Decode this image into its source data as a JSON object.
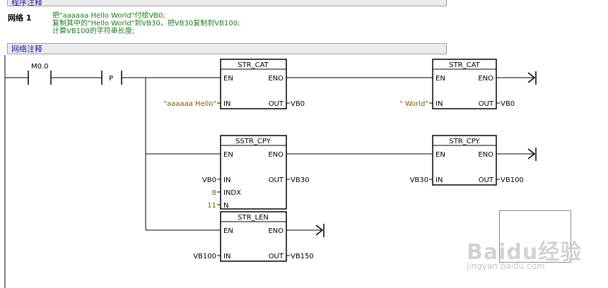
{
  "header": {
    "program_comment": "程序注释"
  },
  "network": {
    "label": "网络 1",
    "comment_lines": [
      "把\"aaaaaa Hello World\"付给VB0;",
      "复制其中的\"Hello World\"到VB30，把VB30复制到VB100;",
      "计算VB100的字符串长度;"
    ],
    "network_comment_title": "网络注释"
  },
  "contacts": {
    "m00": "M0.0",
    "p": "P"
  },
  "blocks": {
    "str_cat_1": {
      "title": "STR_CAT",
      "en": "EN",
      "eno": "ENO",
      "in": "IN",
      "out": "OUT",
      "in_value": "\"aaaaaa Hello\"",
      "out_value": "VB0"
    },
    "str_cat_2": {
      "title": "STR_CAT",
      "en": "EN",
      "eno": "ENO",
      "in": "IN",
      "out": "OUT",
      "in_value": "\" World\"",
      "out_value": "VB0"
    },
    "sstr_cpy": {
      "title": "SSTR_CPY",
      "en": "EN",
      "eno": "ENO",
      "in": "IN",
      "indx": "INDX",
      "n": "N",
      "out": "OUT",
      "in_value": "VB0",
      "indx_value": "8",
      "n_value": "11",
      "out_value": "VB30"
    },
    "str_cpy": {
      "title": "STR_CPY",
      "en": "EN",
      "eno": "ENO",
      "in": "IN",
      "out": "OUT",
      "in_value": "VB30",
      "out_value": "VB100"
    },
    "str_len": {
      "title": "STR_LEN",
      "en": "EN",
      "eno": "ENO",
      "in": "IN",
      "out": "OUT",
      "in_value": "VB100",
      "out_value": "VB150"
    }
  },
  "watermark": {
    "brand": "Baidu经验",
    "url": "jingyan.baidu.com"
  }
}
